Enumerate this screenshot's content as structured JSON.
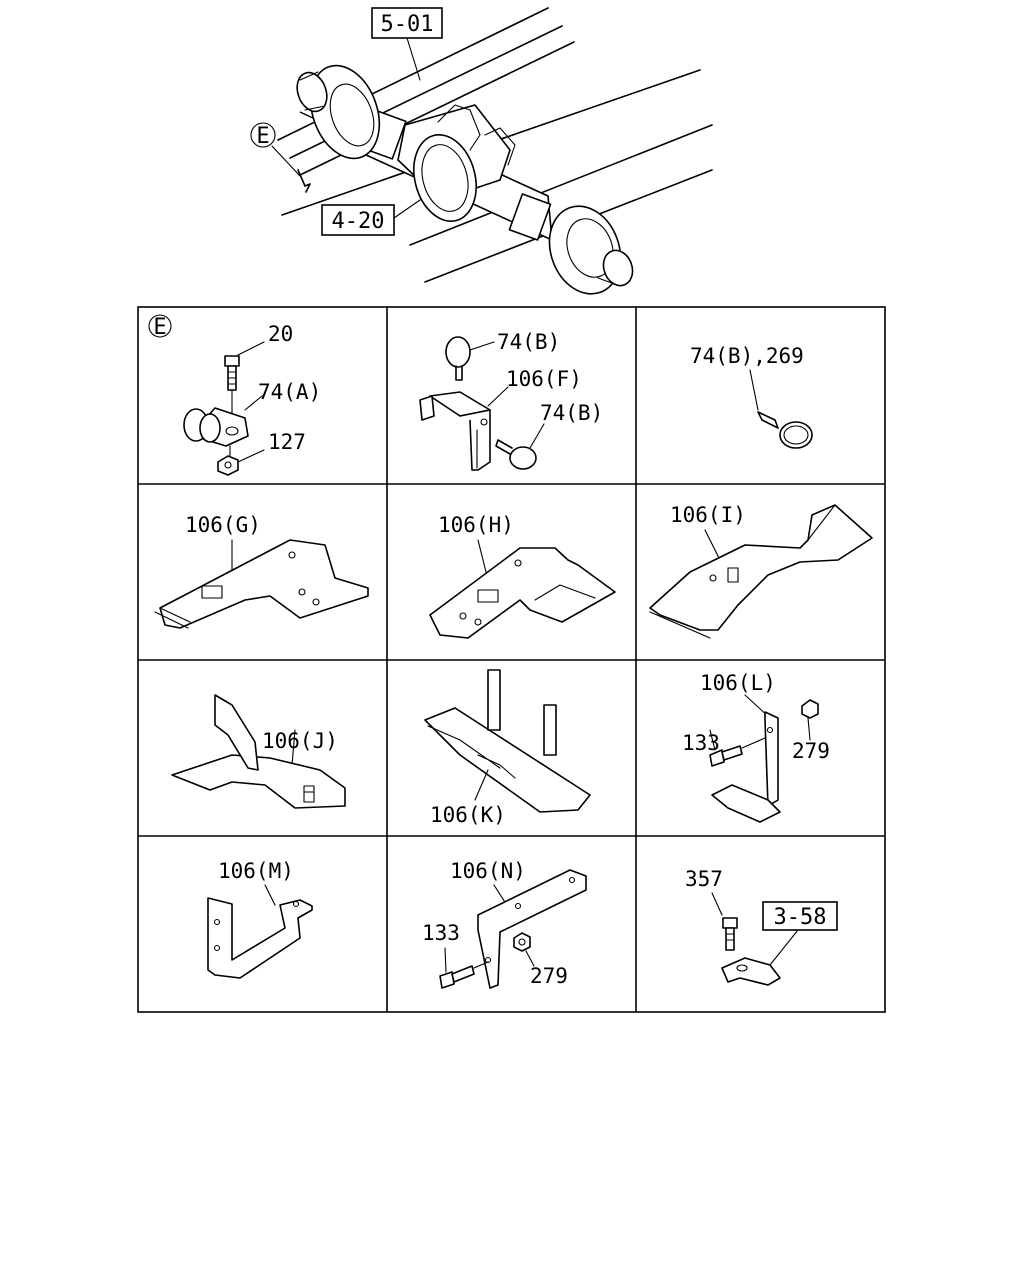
{
  "overview": {
    "ref_5_01": "5-01",
    "ref_4_20": "4-20",
    "detail_marker": "E"
  },
  "cells": {
    "c1": {
      "marker": "E",
      "bolt": "20",
      "clip": "74(A)",
      "nut": "127"
    },
    "c2": {
      "clamp_top": "74(B)",
      "bracket": "106(F)",
      "clamp_right": "74(B)"
    },
    "c3": {
      "clamp": "74(B),269"
    },
    "c4": {
      "bracket": "106(G)"
    },
    "c5": {
      "bracket": "106(H)"
    },
    "c6": {
      "bracket": "106(I)"
    },
    "c7": {
      "bracket": "106(J)"
    },
    "c8": {
      "bracket": "106(K)"
    },
    "c9": {
      "bracket": "106(L)",
      "bolt": "133",
      "nut": "279"
    },
    "c10": {
      "bracket": "106(M)"
    },
    "c11": {
      "bracket": "106(N)",
      "bolt": "133",
      "nut": "279"
    },
    "c12": {
      "bolt": "357",
      "ref": "3-58"
    }
  }
}
